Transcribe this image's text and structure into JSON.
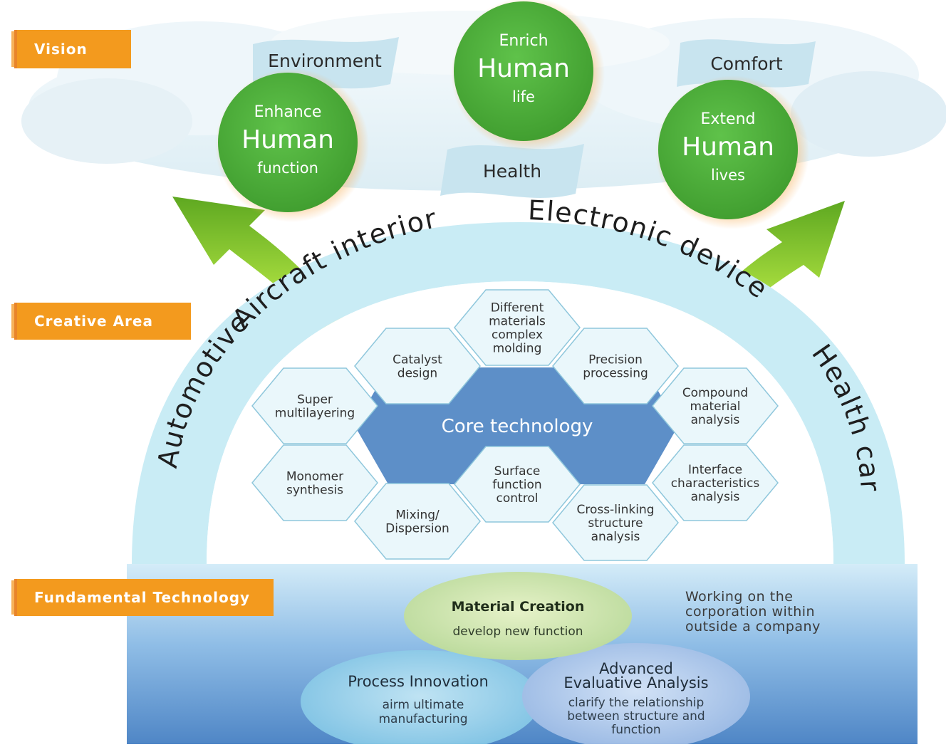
{
  "sections": {
    "vision": "Vision",
    "creative_area": "Creative Area",
    "fundamental_technology": "Fundamental Technology"
  },
  "vision": {
    "keywords": [
      "Environment",
      "Comfort",
      "Health"
    ],
    "circles": [
      {
        "top": "Enhance",
        "middle": "Human",
        "bottom": "function"
      },
      {
        "top": "Enrich",
        "middle": "Human",
        "bottom": "life"
      },
      {
        "top": "Extend",
        "middle": "Human",
        "bottom": "lives"
      }
    ]
  },
  "creative_area": {
    "arc_labels": [
      "Automotive",
      "Aircraft interior",
      "Electronic device",
      "Health care"
    ],
    "core_label": "Core technology",
    "hexagons": [
      {
        "lines": [
          "Different",
          "materials",
          "complex",
          "molding"
        ]
      },
      {
        "lines": [
          "Catalyst",
          "design"
        ]
      },
      {
        "lines": [
          "Precision",
          "processing"
        ]
      },
      {
        "lines": [
          "Super",
          "multilayering"
        ]
      },
      {
        "lines": [
          "Compound",
          "material",
          "analysis"
        ]
      },
      {
        "lines": [
          "Monomer",
          "synthesis"
        ]
      },
      {
        "lines": [
          "Surface",
          "function",
          "control"
        ]
      },
      {
        "lines": [
          "Interface",
          "characteristics",
          "analysis"
        ]
      },
      {
        "lines": [
          "Mixing/",
          "Dispersion"
        ]
      },
      {
        "lines": [
          "Cross-linking",
          "structure",
          "analysis"
        ]
      }
    ]
  },
  "fundamental": {
    "material_creation": {
      "title": "Material Creation",
      "subtitle": "develop new function"
    },
    "process_innovation": {
      "title": "Process Innovation",
      "lines": [
        "airm ultimate",
        "manufacturing"
      ]
    },
    "advanced_analysis": {
      "title_lines": [
        "Advanced",
        "Evaluative Analysis"
      ],
      "lines": [
        "clarify the relationship",
        "between structure and",
        "function"
      ]
    },
    "note_lines": [
      "Working on the",
      "corporation within",
      "outside a company"
    ]
  },
  "colors": {
    "orange": "#f39a1e",
    "green_circle": "#4cae3a",
    "core_blue": "#5d8fc8",
    "hex_fill": "#eaf7fb",
    "arc_fill": "#bfeaf4",
    "bottom_blue": "#5c93cf"
  }
}
